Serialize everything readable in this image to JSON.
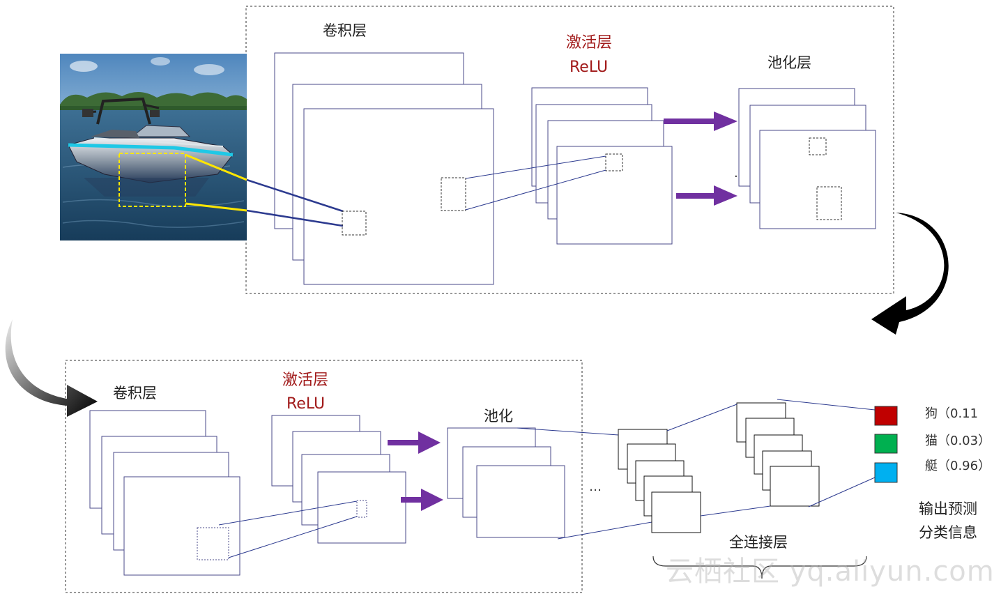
{
  "colors": {
    "map_border": "#4a4a8a",
    "frame_border": "#333333",
    "connector": "#2c3a8f",
    "highlight": "#ffe600",
    "accent_arrow": "#7030a0",
    "flow_arrow": "#000000",
    "red_label": "#a11a1a",
    "class_dog": "#c00000",
    "class_cat": "#00b050",
    "class_boat": "#00b0f0"
  },
  "top_stage": {
    "conv_label": "卷积层",
    "activation_label": "激活层",
    "activation_sub": "ReLU",
    "pool_label": "池化层",
    "ellipsis": "."
  },
  "bottom_stage": {
    "conv_label": "卷积层",
    "activation_label": "激活层",
    "activation_sub": "ReLU",
    "pool_label": "池化",
    "ellipsis": "…",
    "fc_label": "全连接层"
  },
  "output": {
    "classes": [
      {
        "label": "狗（0.11",
        "close": "）",
        "color": "#c00000"
      },
      {
        "label": "猫（0.03",
        "close": "）",
        "color": "#00b050"
      },
      {
        "label": "艇（0.96",
        "close": "）",
        "color": "#00b0f0"
      }
    ],
    "caption_line1": "输出预测",
    "caption_line2": "分类信息"
  },
  "watermark": "云栖社区 yq.aliyun.com"
}
